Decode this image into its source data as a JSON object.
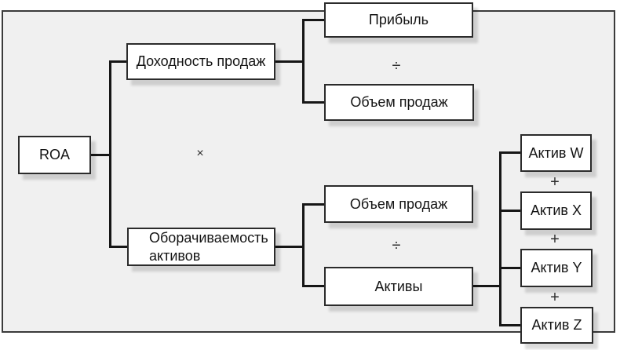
{
  "diagram": {
    "nodes": {
      "roa": {
        "label": "ROA"
      },
      "sales_margin": {
        "label": "Доходность продаж"
      },
      "asset_turnover": {
        "label": "Оборачиваемость активов"
      },
      "profit": {
        "label": "Прибыль"
      },
      "sales_volume_top": {
        "label": "Объем продаж"
      },
      "sales_volume_bottom": {
        "label": "Объем продаж"
      },
      "assets": {
        "label": "Активы"
      },
      "asset_w": {
        "label": "Актив W"
      },
      "asset_x": {
        "label": "Актив X"
      },
      "asset_y": {
        "label": "Актив Y"
      },
      "asset_z": {
        "label": "Актив Z"
      }
    },
    "operators": {
      "multiply": "×",
      "divide_top": "÷",
      "divide_bottom": "÷",
      "plus_w_x": "+",
      "plus_x_y": "+",
      "plus_y_z": "+"
    },
    "colors": {
      "page_bg": "#ffffff",
      "frame_bg": "#f0f0f0",
      "frame_border": "#3b3b3b",
      "node_bg": "#ffffff",
      "node_border": "#2b2b2b",
      "connector": "#161616",
      "text": "#141414"
    }
  }
}
